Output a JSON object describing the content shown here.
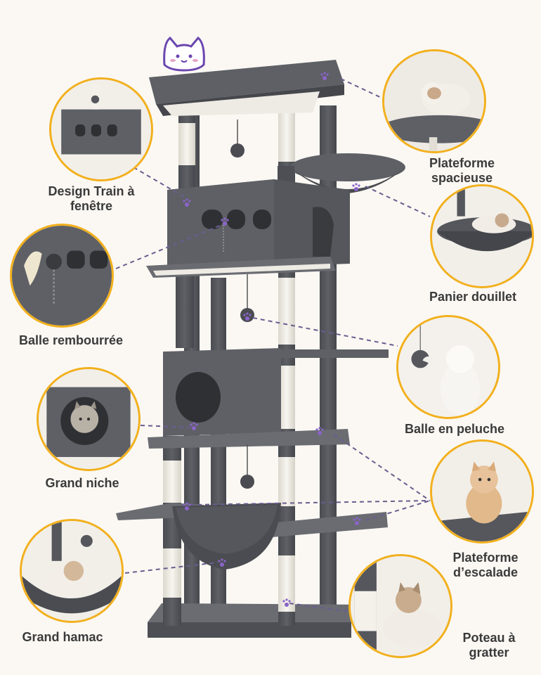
{
  "product": {
    "mascot_icon": "cat-face-logo-icon",
    "paw_icon": "paw-print-icon"
  },
  "features": [
    {
      "id": "plateforme-spacieuse",
      "text": "Plateforme\nspacieuse"
    },
    {
      "id": "design-train",
      "text": "Design Train à\nfenêtre"
    },
    {
      "id": "panier-douillet",
      "text": "Panier douillet"
    },
    {
      "id": "balle-rembourree",
      "text": "Balle rembourrée"
    },
    {
      "id": "balle-peluche",
      "text": "Balle en peluche"
    },
    {
      "id": "grand-niche",
      "text": "Grand niche"
    },
    {
      "id": "plateforme-escalade",
      "text": "Plateforme\nd’escalade"
    },
    {
      "id": "grand-hamac",
      "text": "Grand hamac"
    },
    {
      "id": "poteau-gratter",
      "text": "Poteau à\ngratter"
    }
  ],
  "colors": {
    "accent_ring": "#f2b01d",
    "leader_line": "#6a5d90",
    "paw": "#8a64c8",
    "plush": "#55575c",
    "sisal": "#f3f1ea",
    "background": "#fbf8f3"
  }
}
